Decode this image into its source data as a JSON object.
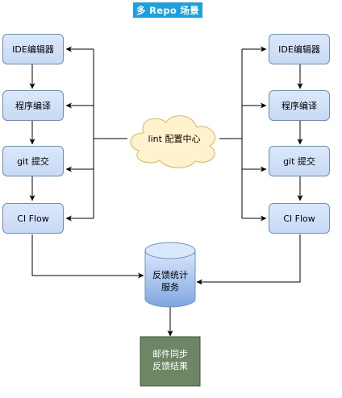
{
  "title": "多 Repo 场景",
  "left_column": {
    "nodes": [
      "IDE编辑器",
      "程序编译",
      "git 提交",
      "CI Flow"
    ]
  },
  "right_column": {
    "nodes": [
      "IDE编辑器",
      "程序编译",
      "git 提交",
      "CI Flow"
    ]
  },
  "cloud": {
    "label": "lint 配置中心"
  },
  "database": {
    "label": "反馈统计\n服务"
  },
  "result": {
    "label": "邮件同步\n反馈结果"
  },
  "colors": {
    "banner": "#1ba1e2",
    "node_fill": "#dae8fc",
    "node_stroke": "#6c8ebf",
    "cloud_fill": "#fff2cc",
    "cloud_stroke": "#d6b656",
    "result_fill": "#6d8764",
    "result_stroke": "#3a5431"
  }
}
